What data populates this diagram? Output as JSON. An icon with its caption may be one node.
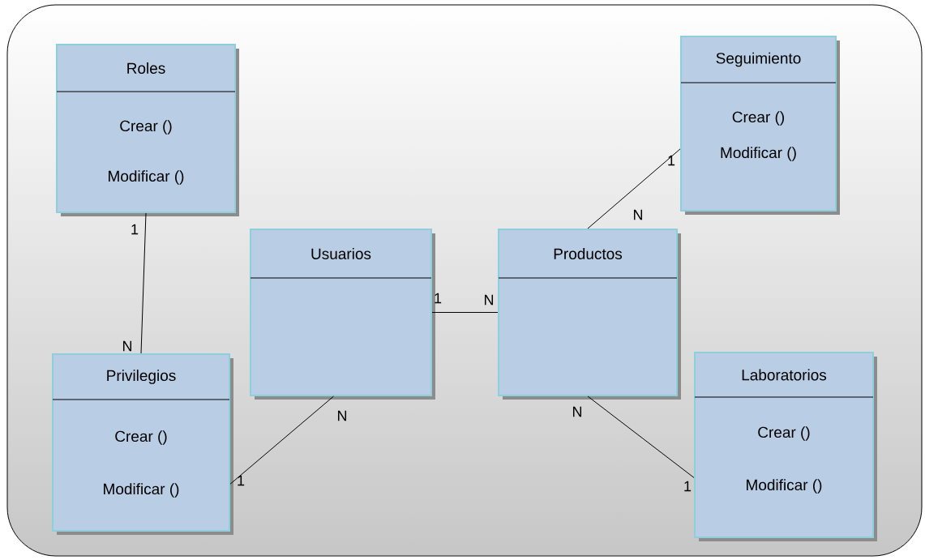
{
  "diagram": {
    "nodes": [
      {
        "text": [
          "Roles",
          "Crear ()",
          "Modificar ()"
        ]
      },
      {
        "text": [
          "Seguimiento",
          "Crear ()",
          "Modificar ()"
        ]
      },
      {
        "text": [
          "Usuarios"
        ]
      },
      {
        "text": [
          "Productos"
        ]
      },
      {
        "text": [
          "Privilegios",
          "Crear ()",
          "Modificar ()"
        ]
      },
      {
        "text": [
          "Laboratorios",
          "Crear ()",
          "Modificar ()"
        ]
      }
    ],
    "edges": [
      {
        "from": 0,
        "to": 4,
        "arrow": "none"
      },
      {
        "from": 3,
        "to": 1,
        "arrow": "none"
      },
      {
        "from": 2,
        "to": 3,
        "arrow": "none"
      },
      {
        "from": 2,
        "to": 4,
        "arrow": "none"
      },
      {
        "from": 3,
        "to": 5,
        "arrow": "none"
      }
    ],
    "labels": [
      "1",
      "N",
      "1",
      "1",
      "N",
      "N",
      "N",
      "N",
      "1",
      "1"
    ]
  }
}
